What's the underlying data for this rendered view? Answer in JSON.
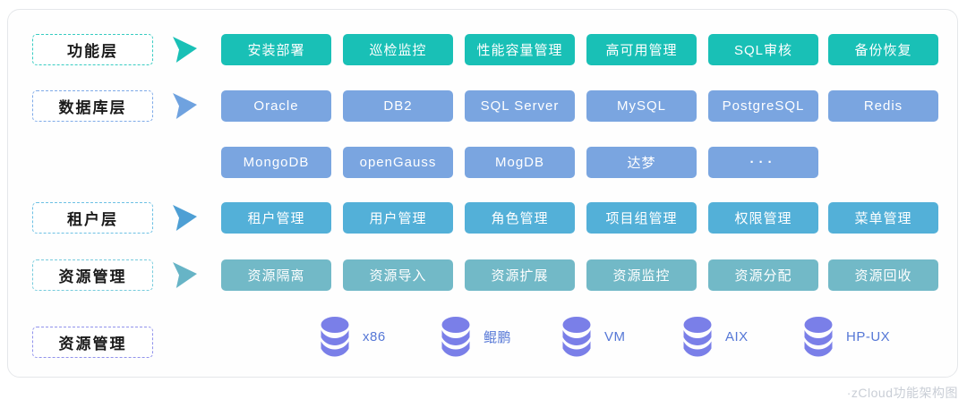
{
  "caption": "·zCloud功能架构图",
  "colors": {
    "function_theme": "#19c0b6",
    "database_theme": "#7aa5e0",
    "tenant_theme": "#53b0d8",
    "resource_theme": "#72b9c7",
    "infra_icon": "#7a7fe8",
    "infra_label_text": "#5577d6",
    "label_text": "#1b1b1b",
    "panel_border": "#e5e7ea",
    "caption_text": "#c9ced6"
  },
  "layers": [
    {
      "label": "功能层",
      "items": [
        "安装部署",
        "巡检监控",
        "性能容量管理",
        "高可用管理",
        "SQL审核",
        "备份恢复"
      ]
    },
    {
      "label": "数据库层",
      "items": [
        "Oracle",
        "DB2",
        "SQL Server",
        "MySQL",
        "PostgreSQL",
        "Redis"
      ]
    },
    {
      "label": "",
      "items": [
        "MongoDB",
        "openGauss",
        "MogDB",
        "达梦",
        "···"
      ]
    },
    {
      "label": "租户层",
      "items": [
        "租户管理",
        "用户管理",
        "角色管理",
        "项目组管理",
        "权限管理",
        "菜单管理"
      ]
    },
    {
      "label": "资源管理",
      "items": [
        "资源隔离",
        "资源导入",
        "资源扩展",
        "资源监控",
        "资源分配",
        "资源回收"
      ]
    },
    {
      "label": "资源管理",
      "items": [
        "x86",
        "鲲鹏",
        "VM",
        "AIX",
        "HP-UX"
      ]
    }
  ]
}
